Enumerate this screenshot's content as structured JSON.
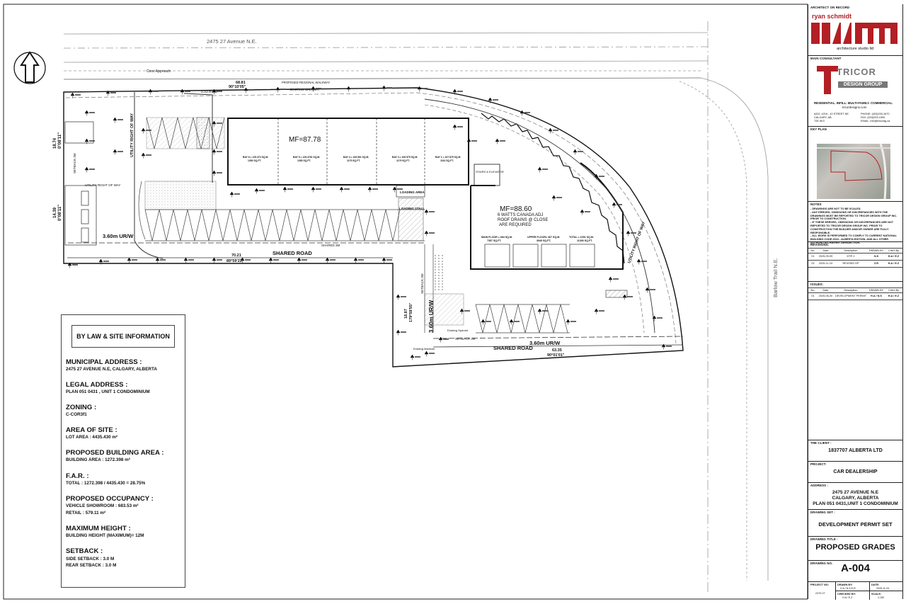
{
  "site": {
    "street_top": "2475 27 Avenue N.E.",
    "street_right": "Barlow Trail N.E.",
    "conc_approach": "Conc Approach",
    "proposed_regional_walkway": "PROPOSED REGIONAL WALKWAY",
    "existing_walkway": "EXISTING WALKWAY",
    "bow_label": "0.33 BOW",
    "utility_row": "UTILITY RIGHT OF WAY",
    "utility_row_right": "UTILITY RIGHT OF WAY",
    "urw_left": "3.60m UR/W",
    "urw_vertical": "3.60m UR/W",
    "urw_bottom": "3.60m UR/W",
    "shared_road": "SHARED ROAD",
    "shared_road_bottom": "SHARED ROAD",
    "shared_3m": "SHARED 3M",
    "setback_3m": "SETBACK 3M",
    "loading_area": "LOADING AREA",
    "loading_stall": "LOADING STALL",
    "stairs_elevator": "STAIRS & ELEVATOR",
    "existing_hydrant": "Existing Hydrant",
    "existing_manhole": "Existing Manhole",
    "mf1": "MF=87.78",
    "mf2": "MF=88.60",
    "mf2_note1": "6 WATTS CANADA ADJ",
    "mf2_note2": "ROOF DRAINS @ CLOSE",
    "mf2_note3": "ARE REQUIRED",
    "dim_top_1": "68.81",
    "dim_top_2": "90°10'05\"",
    "dim_left_1": "18.74",
    "dim_left_2": "0°08'11\"",
    "dim_left_3": "14.39",
    "dim_left_4": "0°08'11\"",
    "dim_bottom_1": "70.21",
    "dim_bottom_2": "89°59'22\"",
    "dim_mid_1": "18.87",
    "dim_mid_2": "179°59'55\"",
    "dim_low_1": "63.35",
    "dim_low_2": "90°01'01\"",
    "bays": [
      {
        "name": "BAY 6 = 125.372 SQ.M.",
        "sub": "1350 SQ.FT."
      },
      {
        "name": "BAY 5 = 125.3761 SQ.M.",
        "sub": "1350 SQ.FT."
      },
      {
        "name": "BAY 4 = 109.591 SQ.M.",
        "sub": "1179 SQ.FT."
      },
      {
        "name": "BAY 3 = 109.579 SQ.M.",
        "sub": "1179 SQ.FT."
      },
      {
        "name": "BAY 1 = 107.879 SQ.M.",
        "sub": "1161 SQ.FT."
      }
    ],
    "floors": [
      {
        "name": "MAIN FLOOR = 684 SQ.M.",
        "sub": "7357 SQ.FT."
      },
      {
        "name": "UPPER FLOOR= 367 SQ.M.",
        "sub": "3949 SQ.FT."
      },
      {
        "name": "TOTAL = 1051 SQ.M.",
        "sub": "11306 SQ.FT."
      }
    ]
  },
  "info": {
    "title": "BY LAW & SITE INFORMATION",
    "sections": [
      {
        "heading": "MUNICIPAL  ADDRESS :",
        "lines": [
          "2475 27 AVENUE N.E, CALGARY, ALBERTA"
        ]
      },
      {
        "heading": "LEGAL  ADDRESS :",
        "lines": [
          "PLAN 051 0431 , UNIT 1 CONDOMINIUM"
        ]
      },
      {
        "heading": "ZONING :",
        "lines": [
          "C-COR3f1"
        ]
      },
      {
        "heading": "AREA OF SITE :",
        "lines": [
          "LOT AREA : 4435.430 m²"
        ]
      },
      {
        "heading": "PROPOSED BUILDING AREA :",
        "lines": [
          "BUILDING AREA : 1272.398 m²"
        ]
      },
      {
        "heading": "F.A.R. :",
        "lines": [
          "TOTAL : 1272.398 / 4435.430 = 28.75%"
        ]
      },
      {
        "heading": "PROPOSED OCCUPANCY :",
        "lines": [
          "VEHICLE SHOWROOM : 683.53 m²",
          "RETAIL : 579.11 m²"
        ]
      },
      {
        "heading": "MAXIMUM HEIGHT :",
        "lines": [
          "BUILDING HEIGHT (MAXIMUM)= 12M"
        ]
      },
      {
        "heading": "SETBACK :",
        "lines": [
          "SIDE SETBACK : 3.0 M",
          "REAR SETBACK : 3.0 M"
        ]
      }
    ]
  },
  "titleblock": {
    "architect_caption": "ARCHITECT ON RECORD",
    "architect_name": "ryan schmidt",
    "architect_studio": "architecture studio ltd",
    "consultant_caption": "MAIN CONSULTANT",
    "consultant_logo_1": "TRICOR",
    "consultant_logo_2": "DESIGN GROUP",
    "consultant_tagline": "RESIDENTIAL. INFILL. MULTI-FAMILY. COMMERCIAL.",
    "consultant_web": "tricordesigns.com",
    "consultant_addr": "#202, 4216 - 10 STREET NE\nCALGARY, AB.\nT2E 6K3",
    "consultant_contact": "PHONE: (403)293-1670\nFAX: (403)293-1590\nEMAIL: info@tricordg.ca",
    "keyplan_caption": "KEY PLAN",
    "notes_caption": "NOTES",
    "notes": [
      "- DRAWINGS ARE NOT TO BE SCALED.",
      "- ANY ERRORS, OMISSIONS OR DISCREPANCIES WITH THE DRAWINGS MUST BE REPORTED TO TRICOR DESIGN GROUP INC. PRIOR TO CONSTRUCTION.",
      "- IF THESE ERRORS, OMISSIONS OR DISCREPANCIES ARE NOT REPORTED TO TRICOR DESIGN GROUP INC. PRIOR TO CONSTRUCTION THE BUILDER AND/OR OWNER ARE FULLY RESPONSIBLE.",
      "- ALL WORK IS PERFORMED TO COMPLY TO CURRENT NATIONAL BUILDING CODE 2023 - ALBERTA EDITION, AND ALL OTHER AUTHORITIES HAVING JURISDICTION."
    ],
    "revisions_caption": "REVISIONS:",
    "rev_headers": [
      "No.",
      "Date",
      "Description",
      "DRAWN BY",
      "Chk'd By"
    ],
    "revisions": [
      [
        "01",
        "2025-09-09",
        "DTR 1",
        "N.S",
        "H.A / E.Z"
      ],
      [
        "02",
        "2025-11-24",
        "REVISED DP",
        "Z.R",
        "H.A / E.Z"
      ]
    ],
    "issues_caption": "ISSUES:",
    "issue_headers": [
      "No.",
      "Date",
      "Description",
      "DRAWN BY",
      "Chk'd By"
    ],
    "issues": [
      [
        "01",
        "2025-06-30",
        "DEVELOPMENT PERMIT",
        "H.A / N.S",
        "H.A / E.Z"
      ]
    ],
    "client_caption": "THE CLIENT :",
    "client": "1837707 ALBERTA LTD",
    "project_caption": "PROJECT:",
    "project": "CAR DEALERSHIP",
    "address_caption": "ADDRESS :",
    "address_lines": [
      "2475 27 AVENUE N.E",
      "CALGARY, ALBERTA",
      "PLAN 051 0431,UNIT 1 CONDOMINIUM"
    ],
    "drawing_set_caption": "DRAWING SET :",
    "drawing_set": "DEVELOPMENT PERMIT SET",
    "drawing_title_caption": "DRAWING TITLE :",
    "drawing_title": "PROPOSED GRADES",
    "drawing_no_caption": "DRAWING NO.",
    "drawing_no": "A-004",
    "project_no_caption": "PROJECT NO:",
    "project_no": "2475 27",
    "drawn_by_caption": "DRAWN BY:",
    "drawn_by": "H.A / N.S,E.R",
    "date_caption": "DATE:",
    "date": "2025-11-24",
    "checked_by_caption": "CHECKED BY:",
    "checked_by": "H.A / E.Z",
    "scale_caption": "SCALE:",
    "scale": "1:150"
  },
  "colors": {
    "brand_red": "#b21f24",
    "line": "#222222",
    "hatch": "#9a9a9a"
  }
}
